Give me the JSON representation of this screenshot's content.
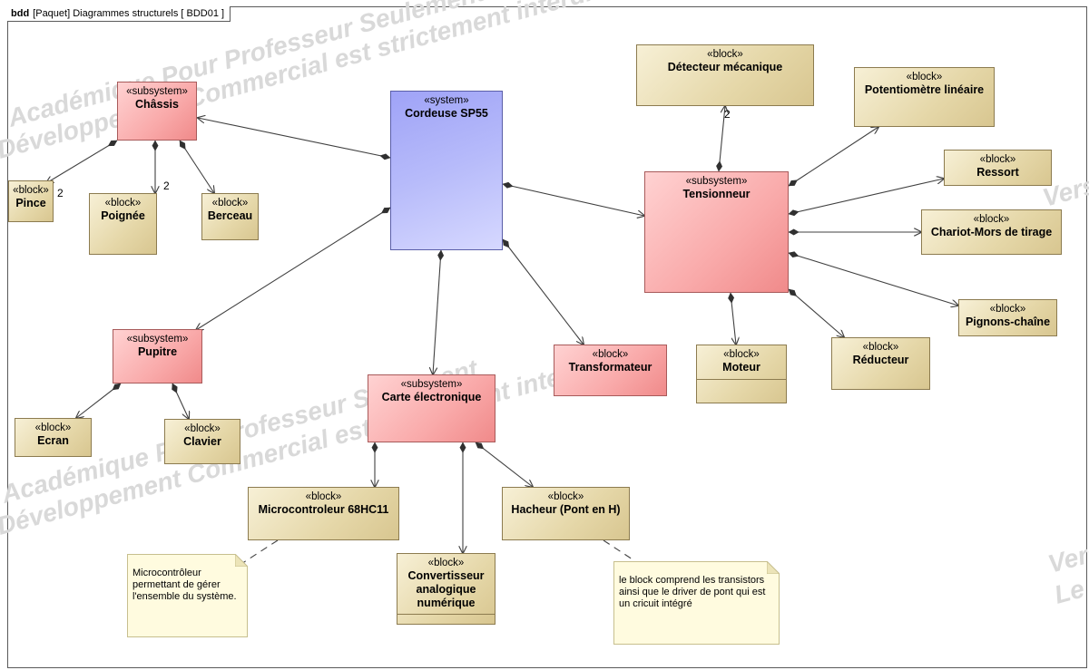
{
  "frame": {
    "kind": "bdd",
    "title": "[Paquet] Diagrammes structurels [ BDD01 ]"
  },
  "watermarks": [
    "Académique Pour Professeur Seulement",
    "Développement Commercial est strictement interdit",
    "Académique Pour Professeur Seulement",
    "Développement Commercial est strictement interdit",
    "Version",
    "Le"
  ],
  "nodes": {
    "cordeuse": {
      "stereotype": "«system»",
      "name": "Cordeuse SP55"
    },
    "chassis": {
      "stereotype": "«subsystem»",
      "name": "Châssis"
    },
    "pince": {
      "stereotype": "«block»",
      "name": "Pince"
    },
    "poignee": {
      "stereotype": "«block»",
      "name": "Poignée"
    },
    "berceau": {
      "stereotype": "«block»",
      "name": "Berceau"
    },
    "pupitre": {
      "stereotype": "«subsystem»",
      "name": "Pupitre"
    },
    "ecran": {
      "stereotype": "«block»",
      "name": "Ecran"
    },
    "clavier": {
      "stereotype": "«block»",
      "name": "Clavier"
    },
    "carte": {
      "stereotype": "«subsystem»",
      "name": "Carte électronique"
    },
    "micro": {
      "stereotype": "«block»",
      "name": "Microcontroleur 68HC11"
    },
    "convertisseur": {
      "stereotype": "«block»",
      "name": "Convertisseur analogique numérique"
    },
    "hacheur": {
      "stereotype": "«block»",
      "name": "Hacheur (Pont en H)"
    },
    "transformateur": {
      "stereotype": "«block»",
      "name": "Transformateur"
    },
    "tensionneur": {
      "stereotype": "«subsystem»",
      "name": "Tensionneur"
    },
    "detecteur": {
      "stereotype": "«block»",
      "name": "Détecteur mécanique"
    },
    "potentiometre": {
      "stereotype": "«block»",
      "name": "Potentiomètre linéaire"
    },
    "ressort": {
      "stereotype": "«block»",
      "name": "Ressort"
    },
    "chariot": {
      "stereotype": "«block»",
      "name": "Chariot-Mors de tirage"
    },
    "pignons": {
      "stereotype": "«block»",
      "name": "Pignons-chaîne"
    },
    "reducteur": {
      "stereotype": "«block»",
      "name": "Réducteur"
    },
    "moteur": {
      "stereotype": "«block»",
      "name": "Moteur"
    }
  },
  "multiplicities": {
    "pince": "2",
    "poignee": "2",
    "detecteur": "2"
  },
  "notes": {
    "micro": "Microcontrôleur permettant de gérer l'ensemble du système.",
    "hacheur": "le block comprend les transistors ainsi que le driver de pont qui est un cricuit intégré"
  },
  "colors": {
    "system": "#a9adf8",
    "subsystem": "#f7a3a3",
    "block": "#e3d5a5",
    "note": "#fffbdf",
    "edge": "#404040"
  }
}
